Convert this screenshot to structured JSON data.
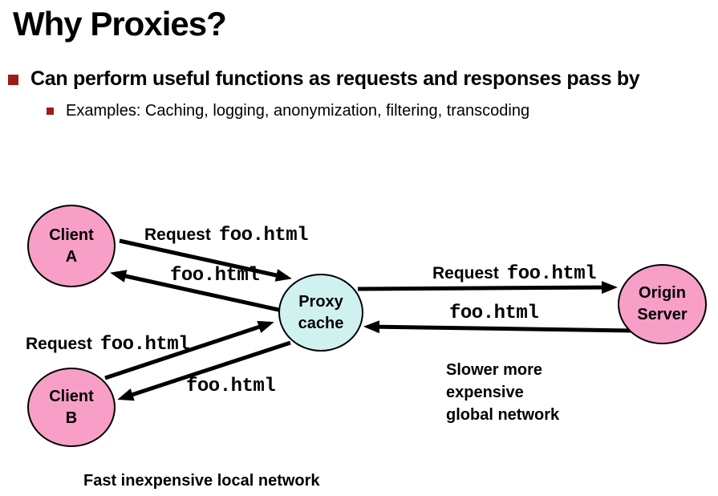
{
  "slide": {
    "title": "Why Proxies?",
    "bullets": [
      {
        "text": "Can perform useful functions as requests and responses pass by"
      },
      {
        "text": "Examples: Caching, logging, anonymization, filtering, transcoding"
      }
    ]
  },
  "diagram": {
    "nodes": {
      "client_a": {
        "line1": "Client",
        "line2": "A"
      },
      "client_b": {
        "line1": "Client",
        "line2": "B"
      },
      "proxy": {
        "line1": "Proxy",
        "line2": "cache"
      },
      "origin": {
        "line1": "Origin",
        "line2": "Server"
      }
    },
    "messages": {
      "client_a_request": {
        "prefix": "Request",
        "file": "foo.html"
      },
      "client_a_response": {
        "file": "foo.html"
      },
      "client_b_request": {
        "prefix": "Request",
        "file": "foo.html"
      },
      "client_b_response": {
        "file": "foo.html"
      },
      "origin_request": {
        "prefix": "Request",
        "file": "foo.html"
      },
      "origin_response": {
        "file": "foo.html"
      }
    },
    "notes": {
      "slow_network": [
        "Slower more",
        "expensive",
        "global network"
      ],
      "fast_network": "Fast inexpensive local network"
    }
  },
  "colors": {
    "client_node_fill": "#F79FC7",
    "proxy_node_fill": "#CFF2F1",
    "node_border": "#000000",
    "bullet_marker": "#9E1B1B",
    "arrow": "#000000",
    "background": "#FFFFFF"
  }
}
